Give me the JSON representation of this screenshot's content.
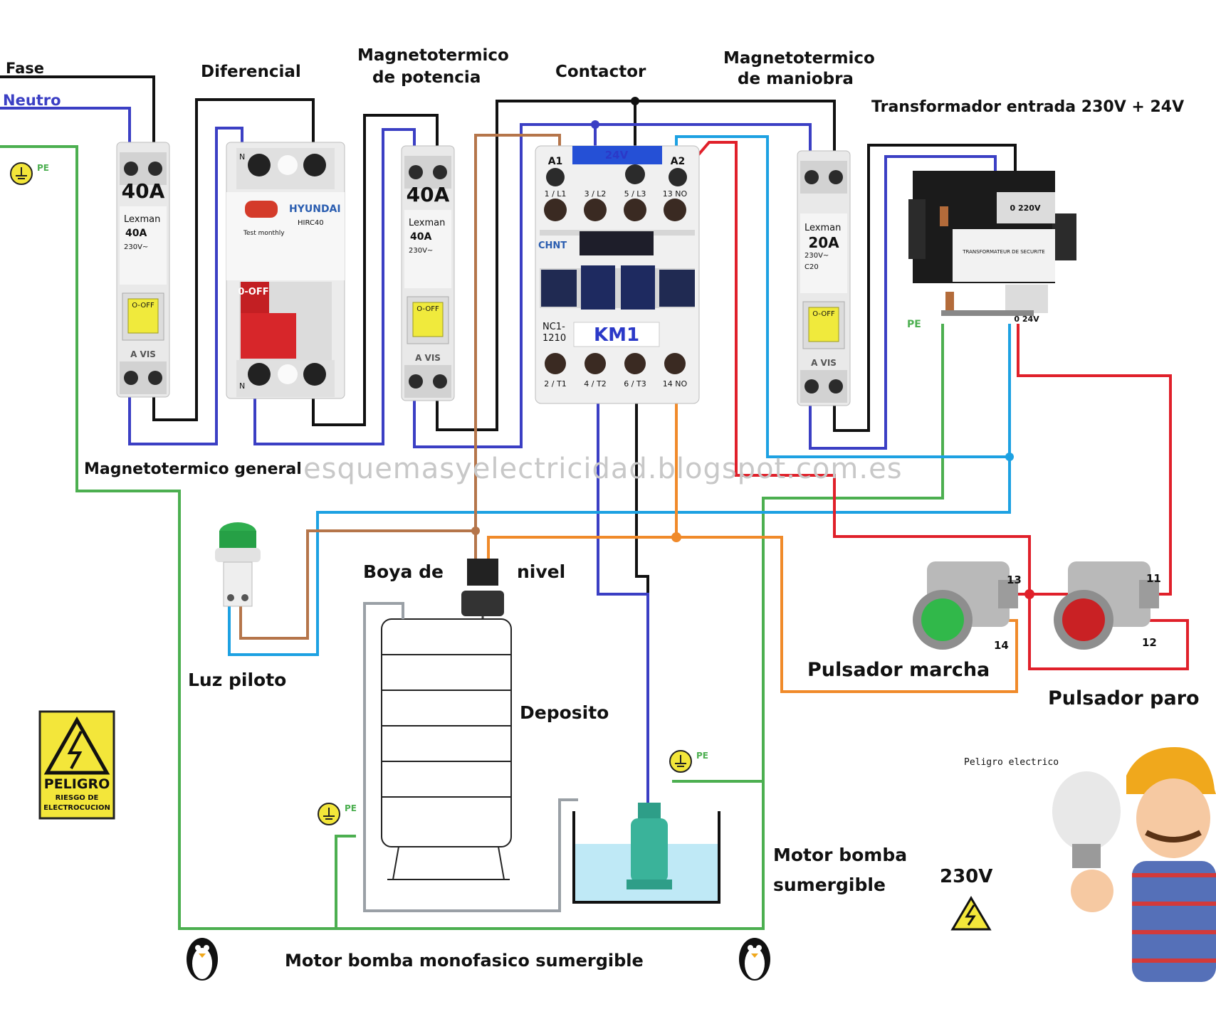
{
  "labels": {
    "fase": "Fase",
    "neutro": "Neutro",
    "diferencial": "Diferencial",
    "mt_potencia_1": "Magnetotermico",
    "mt_potencia_2": "de potencia",
    "contactor": "Contactor",
    "mt_maniobra_1": "Magnetotermico",
    "mt_maniobra_2": "de maniobra",
    "transformador": "Transformador entrada 230V +  24V",
    "mt_general": "Magnetotermico general",
    "watermark": "esquemasyelectricidad.blogspot.com.es",
    "luz_piloto": "Luz piloto",
    "boya_1": "Boya de",
    "boya_2": "nivel",
    "deposito": "Deposito",
    "pulsador_marcha": "Pulsador marcha",
    "pulsador_paro": "Pulsador paro",
    "motor_bomba_1": "Motor bomba",
    "motor_bomba_2": "sumergible",
    "tension": "230V",
    "peligro_electrico": "Peligro electrico",
    "footer": "Motor bomba monofasico sumergible",
    "pe": "PE"
  },
  "breakers": {
    "general": {
      "rating": "40A",
      "brand": "Lexman",
      "sub": "40A",
      "spec": "230V~",
      "switch": "O-OFF",
      "avis": "A VIS"
    },
    "potencia": {
      "rating": "40A",
      "brand": "Lexman",
      "sub": "40A",
      "spec": "230V~",
      "switch": "O-OFF",
      "avis": "A VIS"
    },
    "maniobra": {
      "rating": "20A",
      "brand": "Lexman",
      "sub": "20A",
      "spec": "230V~",
      "switch": "O-OFF",
      "avis": "A VIS",
      "curve": "C20"
    }
  },
  "differential": {
    "brand": "HYUNDAI",
    "model": "HIRC40",
    "test": "Test monthly",
    "switch": "0-OFF",
    "n_top": "N",
    "n_bottom": "N"
  },
  "contactor": {
    "brand": "CHNT",
    "name": "KM1",
    "model_1": "NC1-",
    "model_2": "1210",
    "coil_voltage": "24V",
    "a1": "A1",
    "a2": "A2",
    "top_terminals": [
      "1 / L1",
      "3 / L2",
      "5 / L3",
      "13 NO"
    ],
    "bottom_terminals": [
      "2 / T1",
      "4 / T2",
      "6 / T3",
      "14 NO"
    ]
  },
  "transformer": {
    "in_label": "0  220V",
    "out_label": "0  24V",
    "plate": "TRANSFORMATEUR DE SECURITE"
  },
  "buttons": {
    "marcha_top": "13",
    "marcha_bottom": "14",
    "paro_top": "11",
    "paro_bottom": "12"
  },
  "sign": {
    "title": "PELIGRO",
    "line1": "RIESGO DE",
    "line2": "ELECTROCUCION"
  },
  "colors": {
    "fase": "#111111",
    "neutro": "#3b3fc4",
    "tierra": "#4caf50",
    "control_rojo": "#e0202a",
    "control_azul": "#1da1e2",
    "boya_marron": "#b5754a",
    "naranja": "#f08a2a",
    "accent_text_blue": "#3b3fc4"
  }
}
